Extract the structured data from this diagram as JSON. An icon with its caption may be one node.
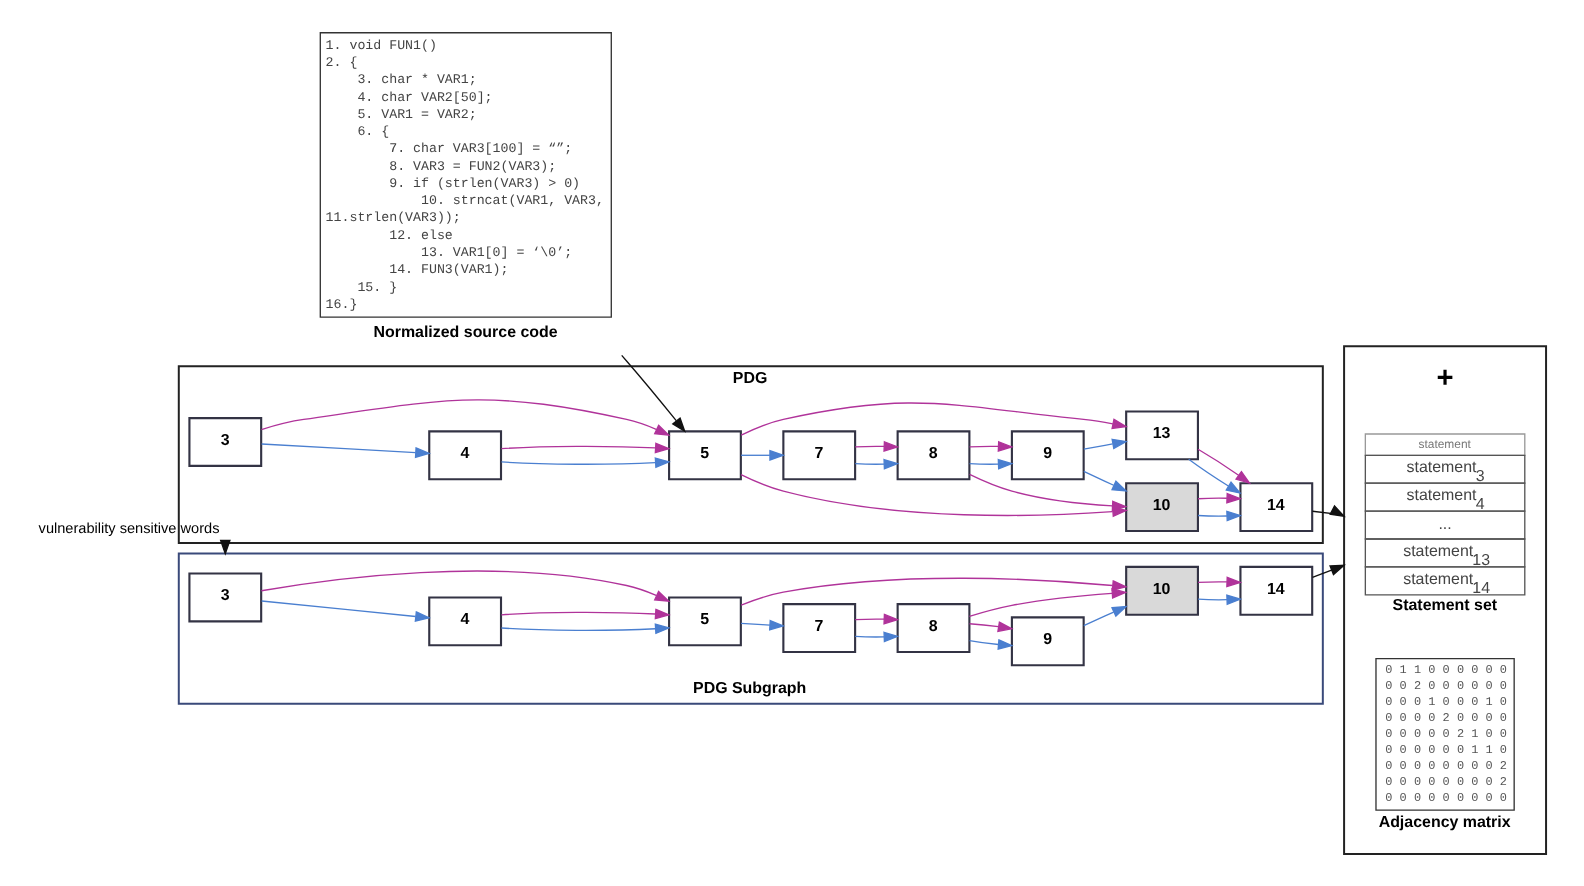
{
  "diagram": {
    "nodes": [
      {
        "text": [
          "1. void FUN1()",
          "2. {",
          "3. char * VAR1;",
          "4. char VAR2[50];",
          "5. VAR1 = VAR2;",
          "6. {",
          "7. char VAR3[100] = “”;",
          "8. VAR3 = FUN2(VAR3);",
          "9. if (strlen(VAR3) > 0)",
          "10. strncat(VAR1, VAR3,",
          "11.strlen(VAR3));",
          "12. else",
          "13. VAR1[0] = ‘\\0’;",
          "14. FUN3(VAR1);",
          "15. }",
          "16.}",
          "Normalized source code"
        ]
      },
      {
        "text": [
          "PDG"
        ]
      },
      {
        "text": [
          "3"
        ],
        "in": 1
      },
      {
        "text": [
          "4"
        ],
        "in": 1
      },
      {
        "text": [
          "5"
        ],
        "in": 1
      },
      {
        "text": [
          "7"
        ],
        "in": 1
      },
      {
        "text": [
          "8"
        ],
        "in": 1
      },
      {
        "text": [
          "9"
        ],
        "in": 1
      },
      {
        "text": [
          "10"
        ],
        "in": 1
      },
      {
        "text": [
          "13"
        ],
        "in": 1
      },
      {
        "text": [
          "14"
        ],
        "in": 1
      },
      {
        "text": [
          "PDG Subgraph"
        ]
      },
      {
        "text": [
          "3"
        ],
        "in": 11
      },
      {
        "text": [
          "4"
        ],
        "in": 11
      },
      {
        "text": [
          "5"
        ],
        "in": 11
      },
      {
        "text": [
          "7"
        ],
        "in": 11
      },
      {
        "text": [
          "8"
        ],
        "in": 11
      },
      {
        "text": [
          "9"
        ],
        "in": 11
      },
      {
        "text": [
          "10"
        ],
        "in": 11
      },
      {
        "text": [
          "14"
        ],
        "in": 11
      },
      {
        "text": [],
        "shape": "box"
      },
      {
        "text": [
          "statement",
          "statement$_{3}$",
          "statement$_{4}$",
          "...",
          "statement$_{13}$",
          "statement$_{14}$",
          "Statement set"
        ],
        "in": 20
      },
      {
        "text": [
          "0 1 1 0 0 0 0 0 0",
          "0 0 2 0 0 0 0 0 0",
          "0 0 0 1 0 0 0 1 0",
          "0 0 0 0 2 0 0 0 0",
          "0 0 0 0 0 2 1 0 0",
          "0 0 0 0 0 0 1 1 0",
          "0 0 0 0 0 0 0 0 2",
          "0 0 0 0 0 0 0 0 2",
          "0 0 0 0 0 0 0 0 0",
          "Adjacency matrix"
        ],
        "in": 20
      }
    ],
    "edges": [
      {
        "from": 0,
        "to": 4,
        "arrow": "to",
        "color": "#111111"
      },
      {
        "from": 2,
        "to": 3,
        "arrow": "to",
        "color": "#4a7fd0"
      },
      {
        "from": 3,
        "to": 4,
        "arrow": "to",
        "color": "#4a7fd0"
      },
      {
        "from": 4,
        "to": 5,
        "arrow": "to",
        "color": "#4a7fd0"
      },
      {
        "from": 5,
        "to": 6,
        "arrow": "to",
        "color": "#4a7fd0"
      },
      {
        "from": 6,
        "to": 7,
        "arrow": "to",
        "color": "#4a7fd0"
      },
      {
        "from": 7,
        "to": 8,
        "arrow": "to",
        "color": "#4a7fd0"
      },
      {
        "from": 7,
        "to": 9,
        "arrow": "to",
        "color": "#4a7fd0"
      },
      {
        "from": 8,
        "to": 10,
        "arrow": "to",
        "color": "#4a7fd0"
      },
      {
        "from": 9,
        "to": 10,
        "arrow": "to",
        "color": "#4a7fd0"
      },
      {
        "from": 2,
        "to": 4,
        "arrow": "to",
        "color": "#b0339a"
      },
      {
        "from": 3,
        "to": 4,
        "arrow": "to",
        "color": "#b0339a"
      },
      {
        "from": 4,
        "to": 8,
        "arrow": "to",
        "color": "#b0339a"
      },
      {
        "from": 4,
        "to": 9,
        "arrow": "to",
        "color": "#b0339a"
      },
      {
        "from": 5,
        "to": 6,
        "arrow": "to",
        "color": "#b0339a"
      },
      {
        "from": 6,
        "to": 7,
        "arrow": "to",
        "color": "#b0339a"
      },
      {
        "from": 6,
        "to": 8,
        "arrow": "to",
        "color": "#b0339a"
      },
      {
        "from": 8,
        "to": 10,
        "arrow": "to",
        "color": "#b0339a"
      },
      {
        "from": 9,
        "to": 10,
        "arrow": "to",
        "color": "#b0339a"
      },
      {
        "from": 1,
        "to": 11,
        "arrow": "to",
        "label": "vulnerability sensitive words",
        "color": "#111111"
      },
      {
        "from": 12,
        "to": 13,
        "arrow": "to",
        "color": "#4a7fd0"
      },
      {
        "from": 13,
        "to": 14,
        "arrow": "to",
        "color": "#4a7fd0"
      },
      {
        "from": 14,
        "to": 15,
        "arrow": "to",
        "color": "#4a7fd0"
      },
      {
        "from": 15,
        "to": 16,
        "arrow": "to",
        "color": "#4a7fd0"
      },
      {
        "from": 16,
        "to": 17,
        "arrow": "to",
        "color": "#4a7fd0"
      },
      {
        "from": 17,
        "to": 18,
        "arrow": "to",
        "color": "#4a7fd0"
      },
      {
        "from": 18,
        "to": 19,
        "arrow": "to",
        "color": "#4a7fd0"
      },
      {
        "from": 12,
        "to": 14,
        "arrow": "to",
        "color": "#b0339a"
      },
      {
        "from": 13,
        "to": 14,
        "arrow": "to",
        "color": "#b0339a"
      },
      {
        "from": 14,
        "to": 18,
        "arrow": "to",
        "color": "#b0339a"
      },
      {
        "from": 15,
        "to": 16,
        "arrow": "to",
        "color": "#b0339a"
      },
      {
        "from": 16,
        "to": 17,
        "arrow": "to",
        "color": "#b0339a"
      },
      {
        "from": 16,
        "to": 18,
        "arrow": "to",
        "color": "#b0339a"
      },
      {
        "from": 18,
        "to": 19,
        "arrow": "to",
        "color": "#b0339a"
      },
      {
        "from": 10,
        "to": 20,
        "arrow": "to",
        "color": "#111111"
      },
      {
        "from": 19,
        "to": 20,
        "arrow": "to",
        "color": "#111111"
      }
    ],
    "labels": [
      "+"
    ]
  }
}
